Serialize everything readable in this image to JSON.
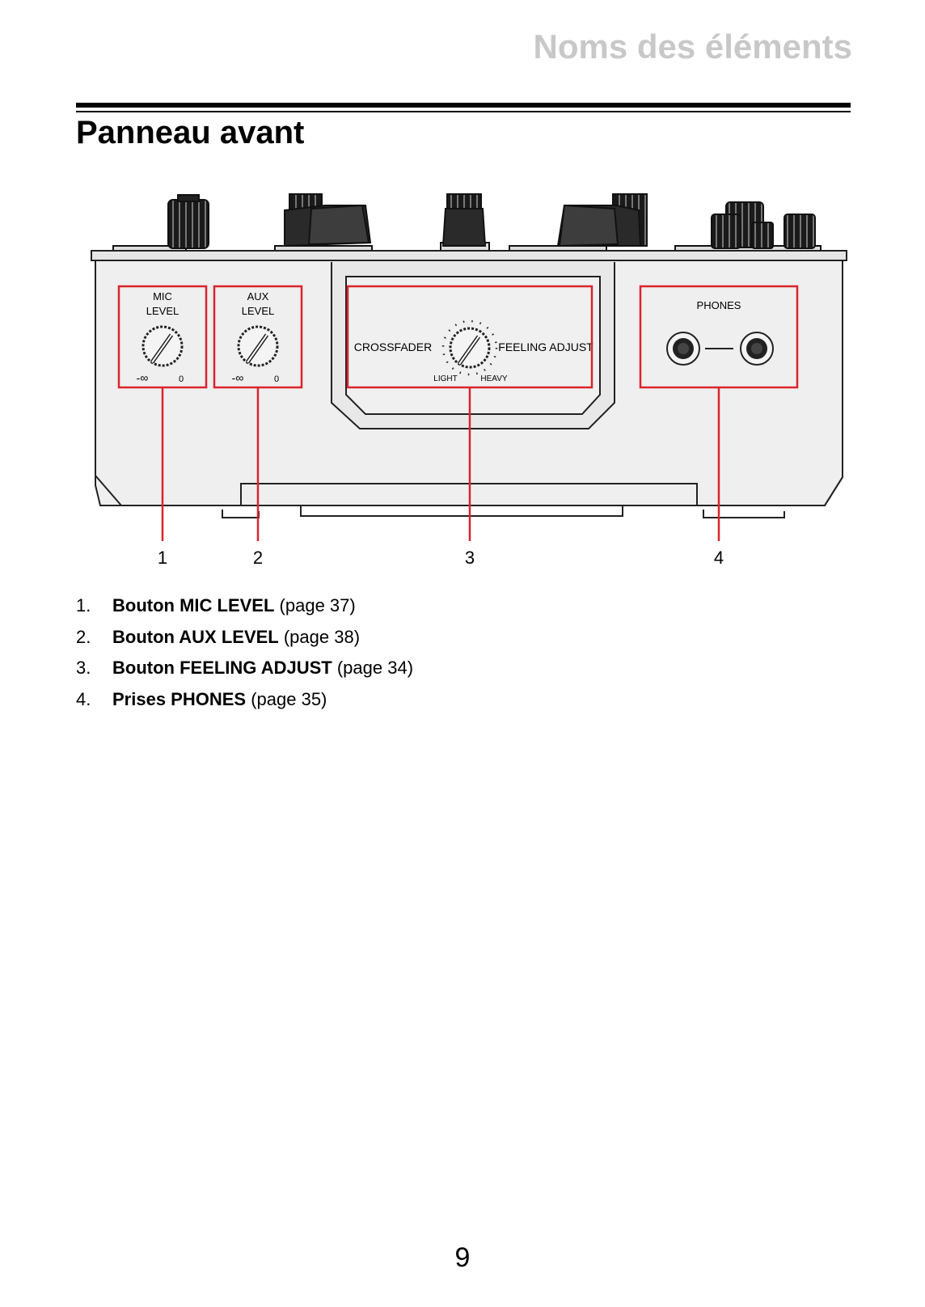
{
  "header": {
    "title": "Noms des éléments"
  },
  "section": {
    "title": "Panneau avant"
  },
  "panel": {
    "mic": {
      "line1": "MIC",
      "line2": "LEVEL",
      "min": "-∞",
      "max": "0"
    },
    "aux": {
      "line1": "AUX",
      "line2": "LEVEL",
      "min": "-∞",
      "max": "0"
    },
    "feeling": {
      "left_label": "CROSSFADER",
      "right_label": "FEELING ADJUST",
      "min": "LIGHT",
      "max": "HEAVY"
    },
    "phones": {
      "label": "PHONES"
    }
  },
  "callouts": [
    "1",
    "2",
    "3",
    "4"
  ],
  "highlight_color": "#d9252c",
  "items": [
    {
      "number": "1.",
      "label": "Bouton MIC LEVEL",
      "page": "(page 37)"
    },
    {
      "number": "2.",
      "label": "Bouton AUX LEVEL",
      "page": "(page 38)"
    },
    {
      "number": "3.",
      "label": "Bouton FEELING ADJUST",
      "page": "(page 34)"
    },
    {
      "number": "4.",
      "label": "Prises PHONES",
      "page": "(page 35)"
    }
  ],
  "page_number": "9"
}
